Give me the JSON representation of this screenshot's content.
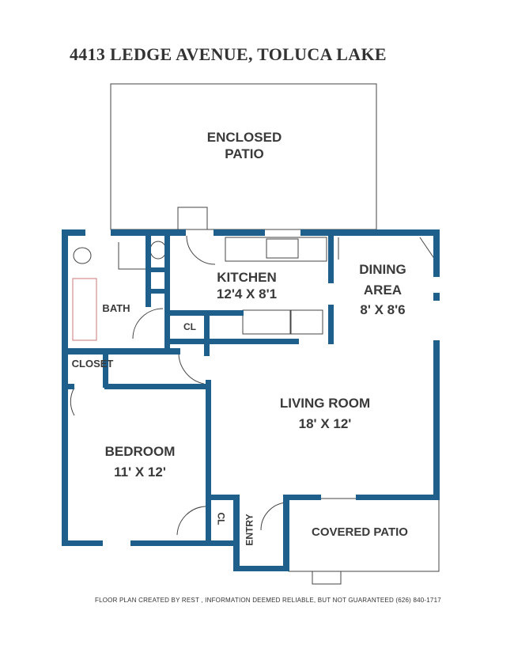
{
  "title": "4413 LEDGE AVENUE, TOLUCA LAKE",
  "wall_color": "#1f5f8b",
  "rooms": {
    "enclosed_patio": {
      "name_line1": "ENCLOSED",
      "name_line2": "PATIO"
    },
    "kitchen": {
      "name": "KITCHEN",
      "size": "12'4 X 8'1"
    },
    "dining": {
      "name_line1": "DINING",
      "name_line2": "AREA",
      "size": "8' X 8'6"
    },
    "bath": {
      "name": "BATH"
    },
    "closet_small": {
      "name": "CL"
    },
    "closet": {
      "name": "CLOSET"
    },
    "living": {
      "name": "LIVING ROOM",
      "size": "18' X 12'"
    },
    "bedroom": {
      "name": "BEDROOM",
      "size": "11' X 12'"
    },
    "bedroom_closet": {
      "name": "CL"
    },
    "entry": {
      "name": "ENTRY"
    },
    "covered_patio": {
      "name": "COVERED PATIO"
    }
  },
  "footer": "FLOOR PLAN CREATED BY REST , INFORMATION DEEMED RELIABLE, BUT NOT GUARANTEED   (626) 840-1717"
}
